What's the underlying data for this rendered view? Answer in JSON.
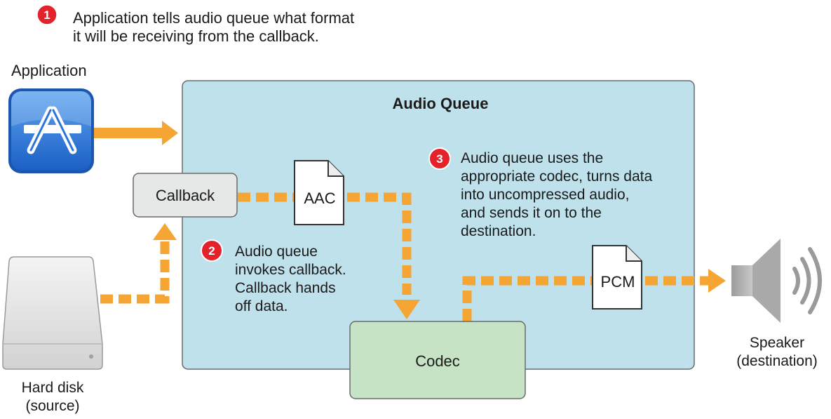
{
  "step1": {
    "number": "1",
    "text": "Application tells audio queue what format\nit will be receiving from the callback."
  },
  "application": {
    "label": "Application",
    "icon": "app-store-icon"
  },
  "audio_queue": {
    "title": "Audio Queue"
  },
  "callback": {
    "label": "Callback"
  },
  "aac_file": {
    "label": "AAC",
    "icon": "document-icon"
  },
  "step2": {
    "number": "2",
    "text": "Audio queue\ninvokes callback.\nCallback hands\noff data."
  },
  "step3": {
    "number": "3",
    "text": "Audio queue uses the\nappropriate codec, turns data\ninto uncompressed audio,\nand sends it on to the\ndestination."
  },
  "pcm_file": {
    "label": "PCM",
    "icon": "document-icon"
  },
  "codec": {
    "label": "Codec"
  },
  "hard_disk": {
    "label": "Hard disk\n(source)",
    "icon": "hard-disk-icon"
  },
  "speaker": {
    "label": "Speaker\n(destination)",
    "icon": "speaker-icon"
  },
  "colors": {
    "queue_fill": "#bfe1ec",
    "codec_fill": "#c6e3c6",
    "callback_fill": "#e6e7e7",
    "arrow": "#f5a533",
    "badge": "#e3222c",
    "app_blue": "#2a74d8"
  }
}
